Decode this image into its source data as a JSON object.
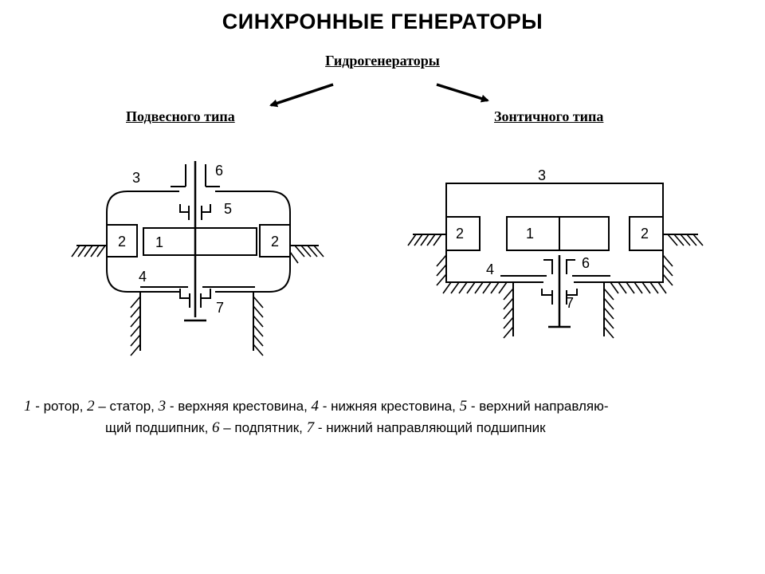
{
  "title": "СИНХРОННЫЕ ГЕНЕРАТОРЫ",
  "subtitle": "Гидрогенераторы",
  "left_type": "Подвесного типа",
  "right_type": "Зонтичного типа",
  "left_diagram": {
    "labels": {
      "rotor": "1",
      "stator_left": "2",
      "stator_right": "2",
      "upper_cross": "3",
      "lower_cross": "4",
      "upper_guide": "5",
      "thrust": "6",
      "lower_guide": "7"
    }
  },
  "right_diagram": {
    "labels": {
      "rotor": "1",
      "stator_left": "2",
      "stator_right": "2",
      "upper_cross": "3",
      "lower_cross": "4",
      "thrust": "6",
      "lower_guide": "7"
    }
  },
  "legend": {
    "n1": "1",
    "t1": " - ротор, ",
    "n2": "2",
    "t2": " – статор, ",
    "n3": "3",
    "t3": " - верхняя крестовина, ",
    "n4": "4",
    "t4": " - нижняя крестовина, ",
    "n5": "5",
    "t5": " - верхний направляю-",
    "t5b": "щий подшипник, ",
    "n6": "6",
    "t6": " – подпятник, ",
    "n7": "7",
    "t7": " - нижний направляющий подшипник"
  }
}
